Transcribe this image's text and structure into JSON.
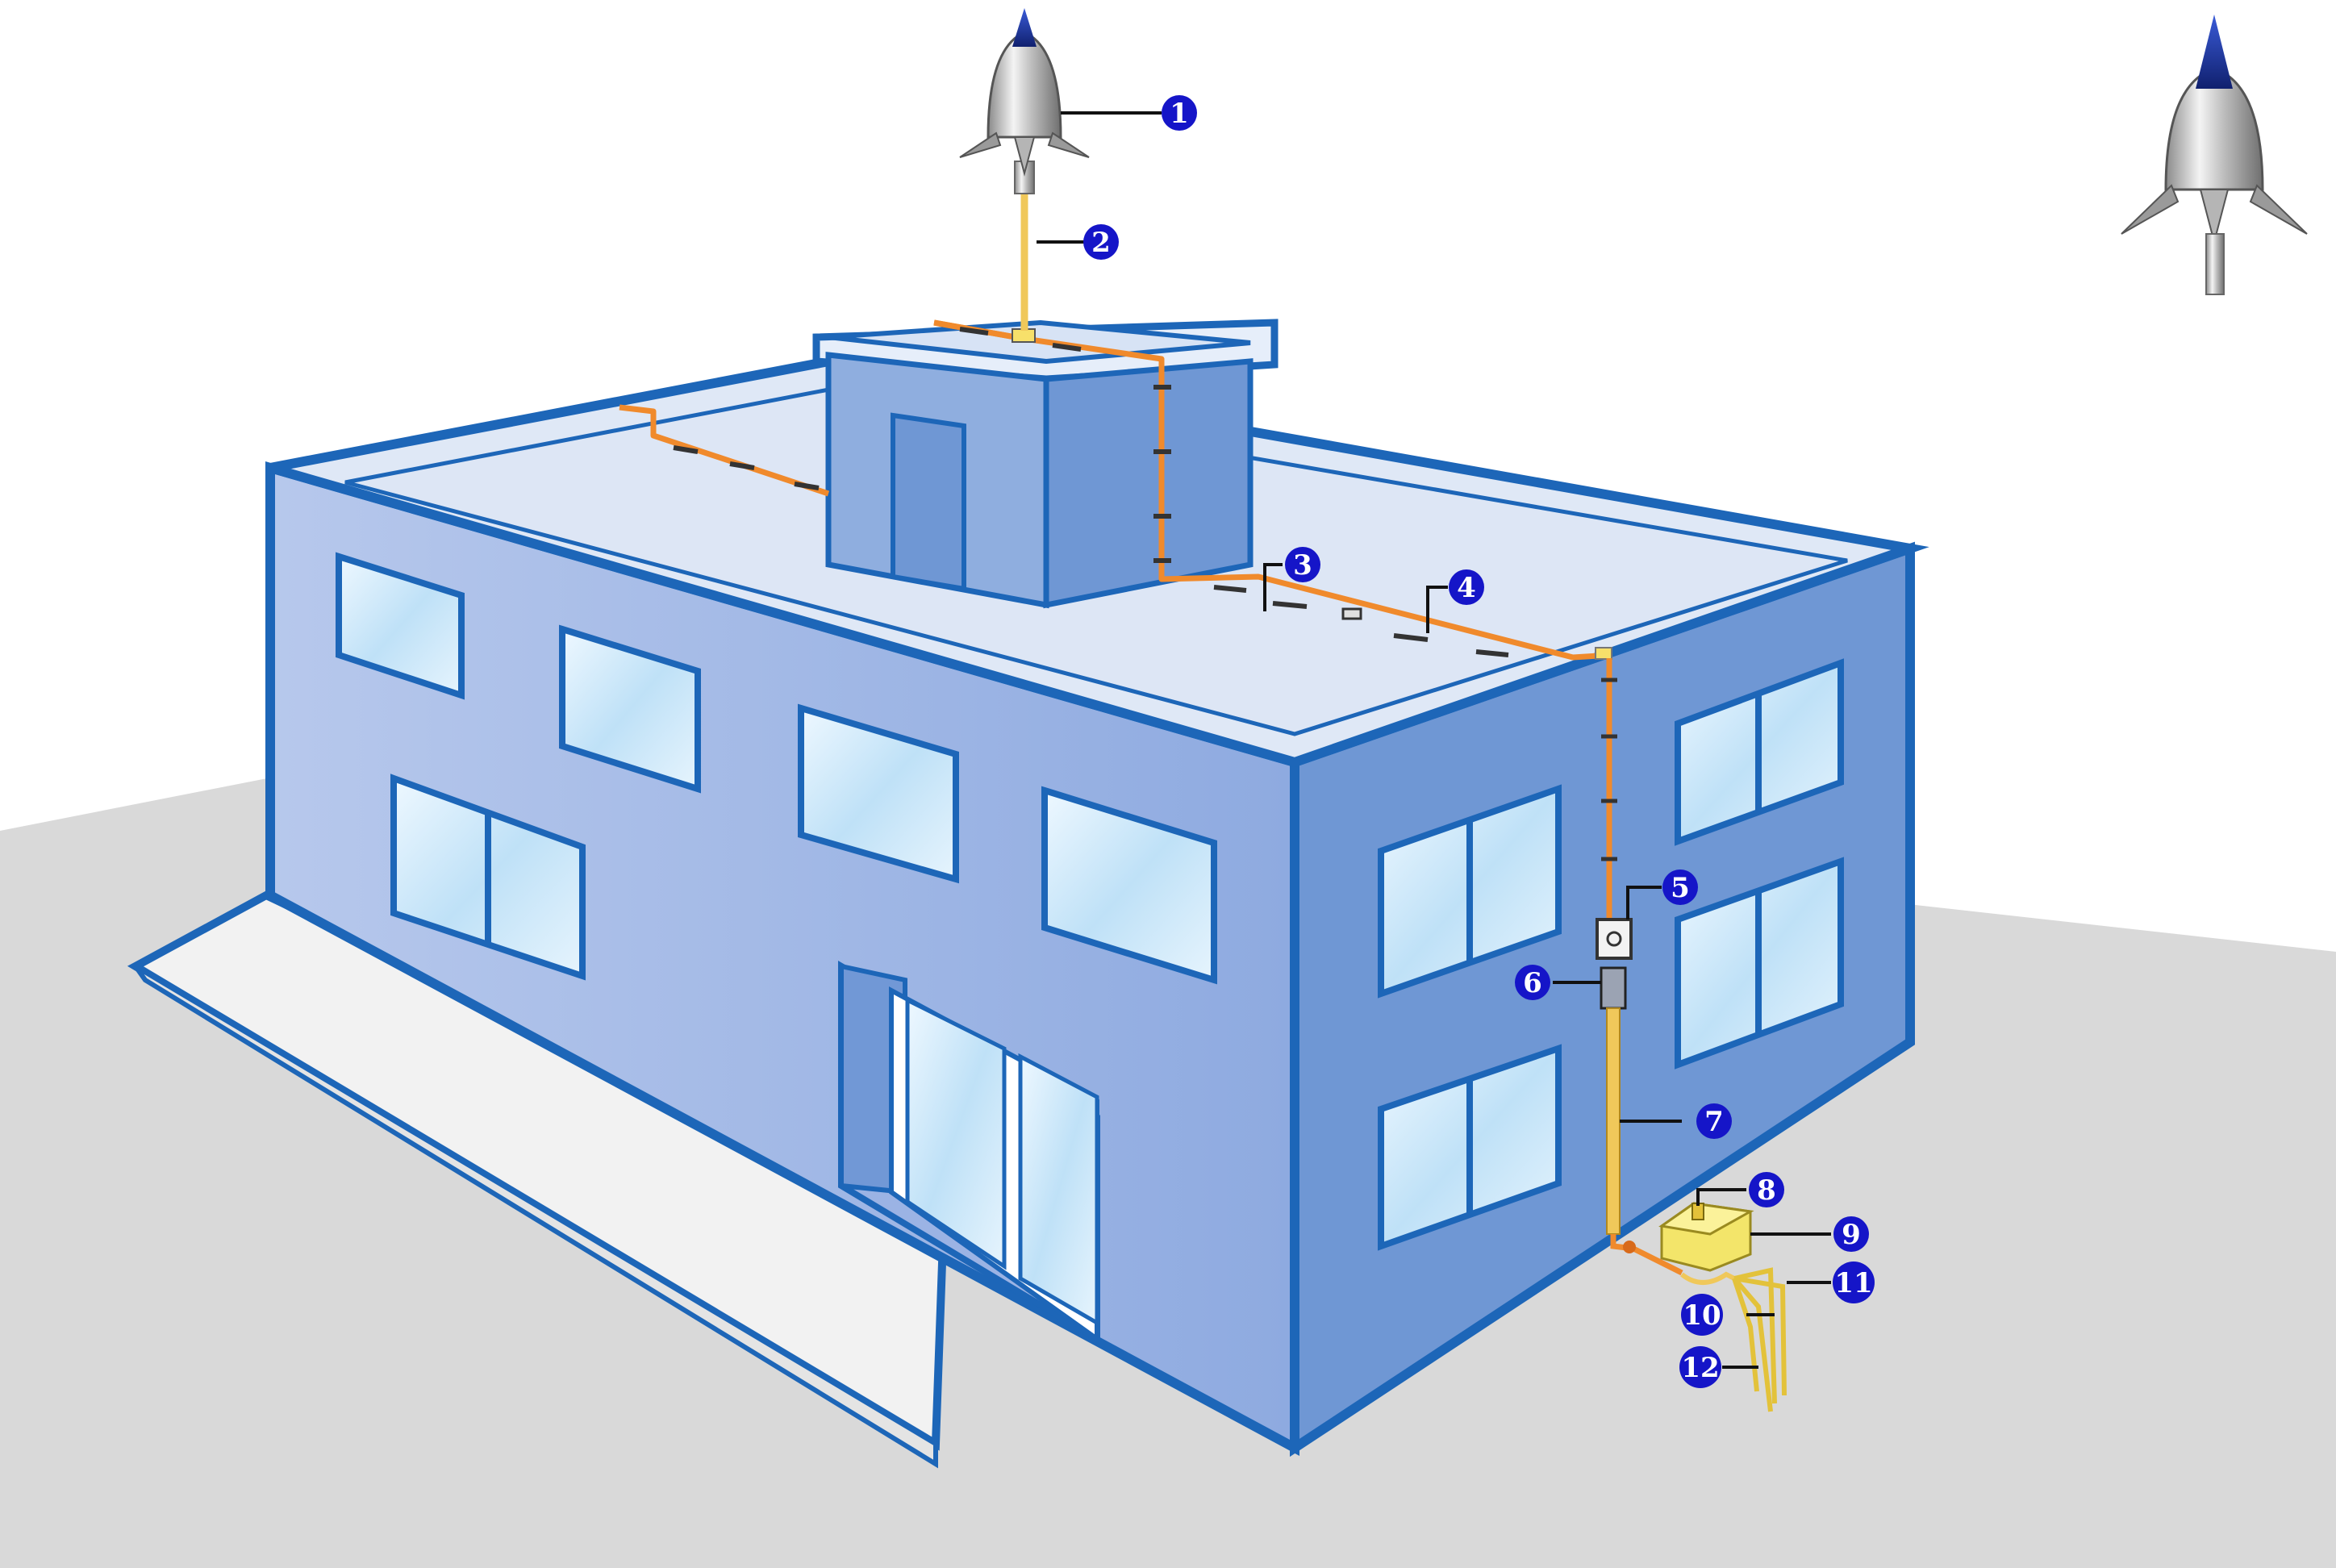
{
  "diagram": {
    "callouts": [
      {
        "id": "1",
        "label": "1"
      },
      {
        "id": "2",
        "label": "2"
      },
      {
        "id": "3",
        "label": "3"
      },
      {
        "id": "4",
        "label": "4"
      },
      {
        "id": "5",
        "label": "5"
      },
      {
        "id": "6",
        "label": "6"
      },
      {
        "id": "7",
        "label": "7"
      },
      {
        "id": "8",
        "label": "8"
      },
      {
        "id": "9",
        "label": "9"
      },
      {
        "id": "10",
        "label": "10"
      },
      {
        "id": "11",
        "label": "11"
      },
      {
        "id": "12",
        "label": "12"
      }
    ],
    "colors": {
      "wall_front": "#a9bde6",
      "wall_side": "#6f97d4",
      "outline": "#1d66b8",
      "roof": "#dfe8f6",
      "ground": "#d9d9d9",
      "conductor": "#f08a2c",
      "downlead": "#f0c85a",
      "badge": "#1515c8",
      "window": "#d7ecfb"
    },
    "icons": [
      "lightning-rod-icon",
      "test-joint-icon",
      "counter-icon",
      "earth-pit-icon",
      "earth-electrode-icon"
    ]
  }
}
